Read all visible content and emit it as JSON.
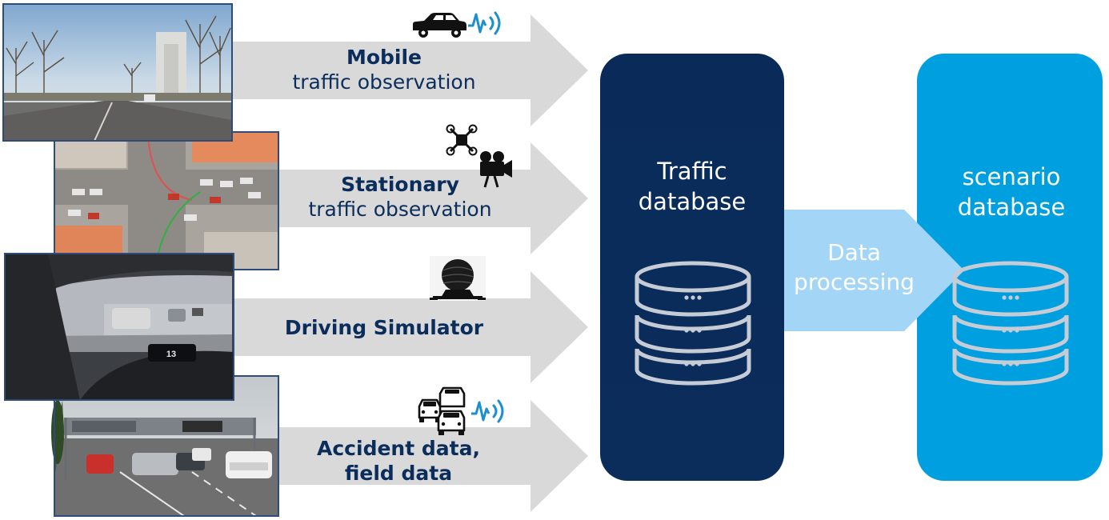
{
  "sources": [
    {
      "title": "Mobile",
      "subtitle": "traffic observation",
      "icons": [
        "car-icon",
        "signal-wave-icon"
      ]
    },
    {
      "title": "Stationary",
      "subtitle": "traffic observation",
      "icons": [
        "drone-icon",
        "video-camera-icon"
      ]
    },
    {
      "title": "Driving Simulator",
      "subtitle": "",
      "icons": [
        "simulator-dome-icon"
      ]
    },
    {
      "title": "Accident data,",
      "subtitle": "field data",
      "icons": [
        "car-crash-icon",
        "signal-wave-icon"
      ]
    }
  ],
  "photos": [
    "urban-road-photo",
    "aerial-intersection-photo",
    "simulator-cockpit-photo",
    "highway-accident-photo"
  ],
  "photo_text": {
    "speed": "13"
  },
  "traffic_db": {
    "line1": "Traffic",
    "line2": "database"
  },
  "processing": {
    "line1": "Data",
    "line2": "processing"
  },
  "scenario_db": {
    "line1": "scenario",
    "line2": "database"
  },
  "colors": {
    "navy": "#0b2d5b",
    "blue": "#009fdf",
    "light_blue": "#a3d5f7",
    "arrow_gray": "#d9d9d9",
    "db_icon_stroke": "#c5ccd6",
    "signal_blue": "#1b8fd0"
  }
}
